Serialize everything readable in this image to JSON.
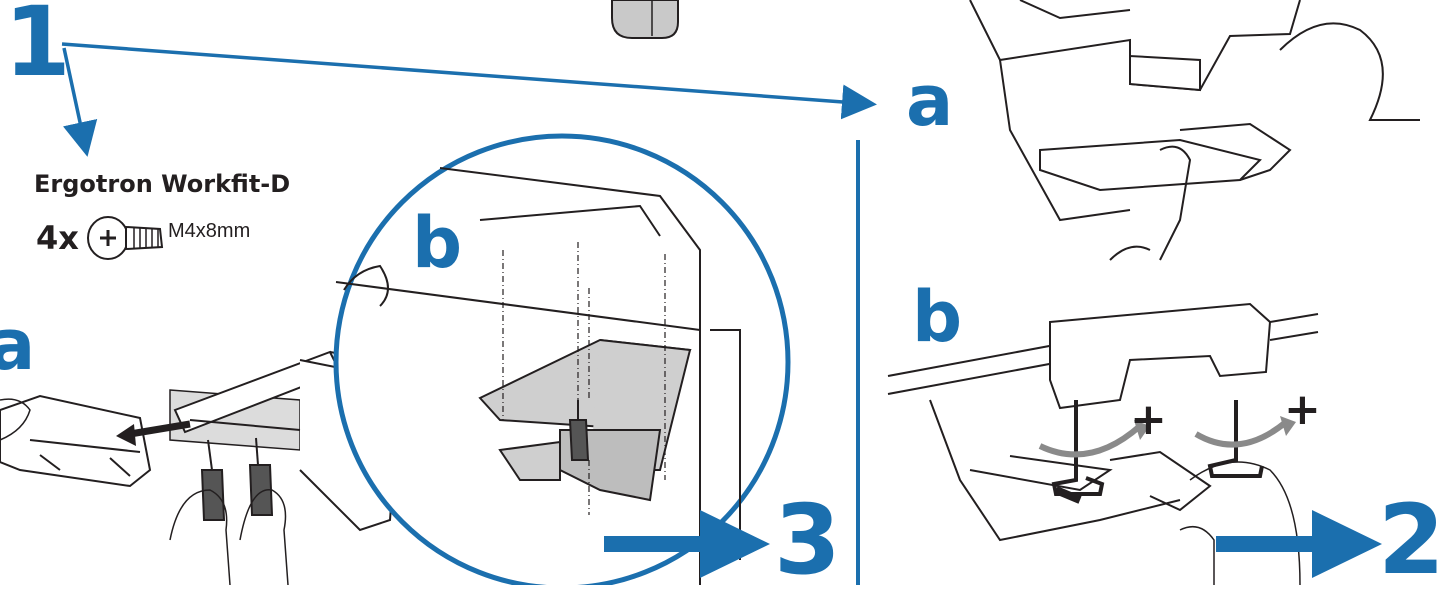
{
  "step": {
    "number": "1",
    "next_left": "3",
    "next_right": "2"
  },
  "labels": {
    "a_left": "a",
    "a_right": "a",
    "b_circle": "b",
    "b_right": "b",
    "plus_left": "+",
    "plus_right": "+"
  },
  "hardware": {
    "title": "Ergotron Workfit-D",
    "quantity": "4x",
    "screw_spec": "M4x8mm"
  },
  "colors": {
    "accent": "#1b6fae",
    "line": "#231f20",
    "fill_gray": "#b9b9b9",
    "background": "#ffffff"
  }
}
